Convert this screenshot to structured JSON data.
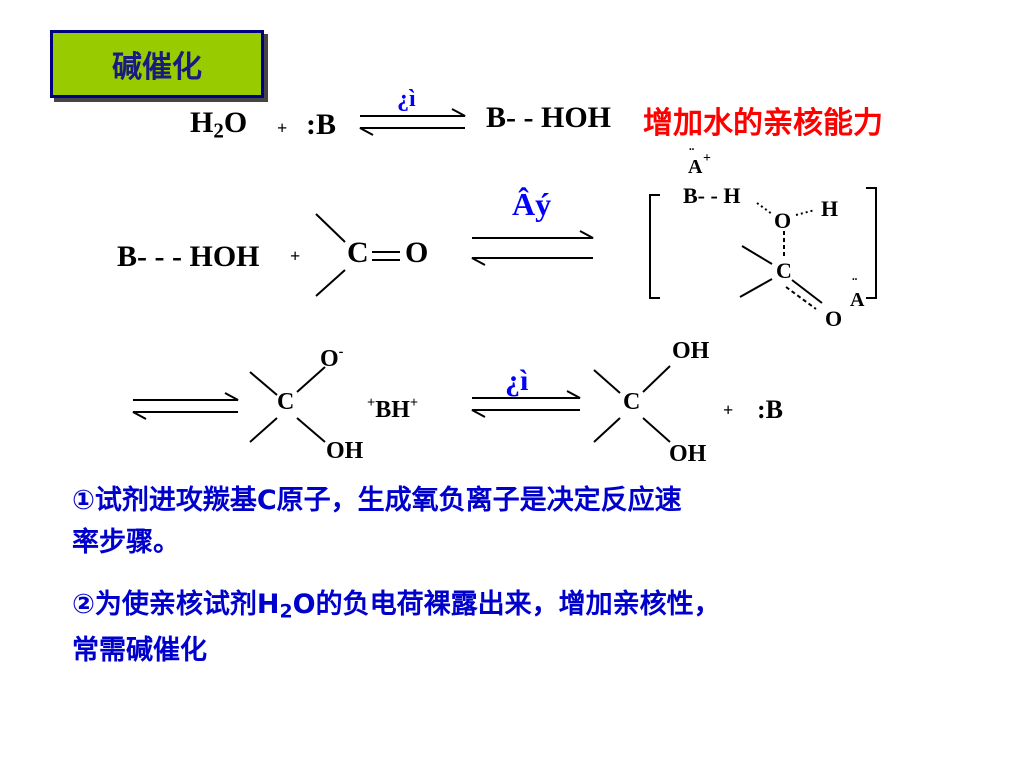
{
  "title": "碱催化",
  "step1": {
    "h": "H",
    "two": "2",
    "o": "O",
    "plus": "+",
    "base": ":B",
    "arrow_label": "¿ì",
    "product": "B- - HOH",
    "annotation": "增加水的亲核能力"
  },
  "step2": {
    "reactant": "B- - - HOH",
    "plus": "+",
    "carbonyl_c": "C",
    "carbonyl_o": "O",
    "arrow_label": "Âý",
    "ts_lone_pair_top": "¨",
    "ts_a_top": "A",
    "ts_plus": "+",
    "ts_b_h": "B- - H",
    "ts_o": "O",
    "ts_h": "H",
    "ts_c": "C",
    "ts_o_bottom": "O",
    "ts_lone_pair_bottom": "¨",
    "ts_a_bottom": "A"
  },
  "step3": {
    "o_minus": "O",
    "minus": "-",
    "c": "C",
    "oh": "OH",
    "plus_bh": "+",
    "bh": "BH",
    "bh_charge": "+",
    "arrow_label": "¿ì",
    "p_oh_top": "OH",
    "p_c": "C",
    "p_oh_bottom": "OH",
    "plus": "+",
    "base": ":B"
  },
  "notes": {
    "n1_line1": "①试剂进攻羰基C原子，生成氧负离子是决定反应速",
    "n1_line2": "率步骤。",
    "n2_line1_a": "②为使亲核试剂H",
    "n2_line1_sub": "2",
    "n2_line1_b": "O的负电荷裸露出来，增加亲核性，",
    "n2_line2": "常需碱催化"
  },
  "colors": {
    "title_bg": "#99cc00",
    "title_border": "#000080",
    "title_text": "#1a1a80",
    "annotation": "#ff0000",
    "arrow_label": "#0000ff",
    "notes": "#0000cc"
  }
}
